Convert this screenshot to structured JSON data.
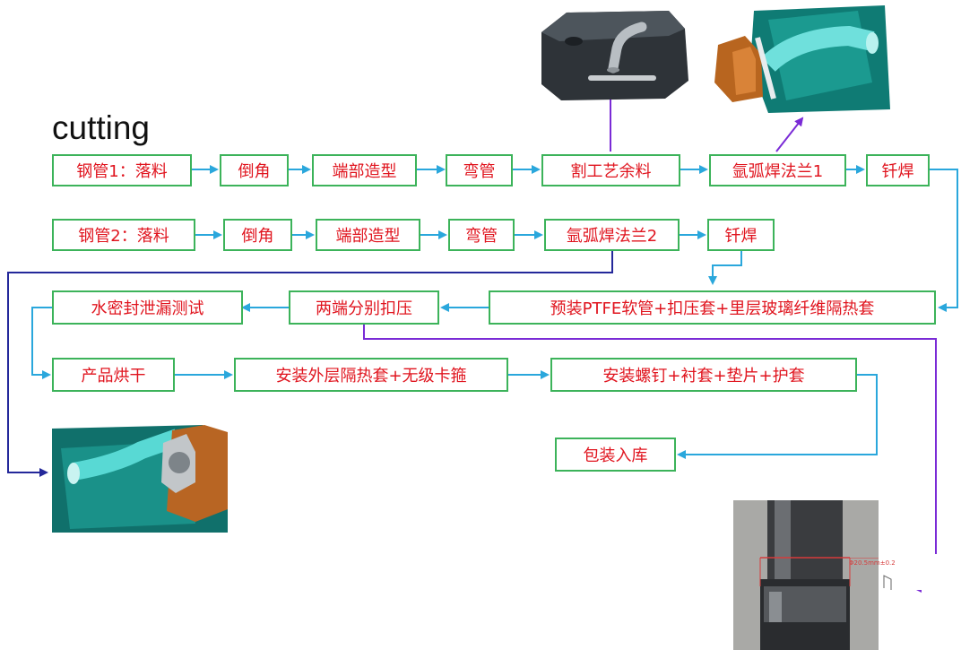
{
  "annotation": "cutting",
  "row1": [
    "钢管1：落料",
    "倒角",
    "端部造型",
    "弯管",
    "割工艺余料",
    "氩弧焊法兰1",
    "钎焊"
  ],
  "row2": [
    "钢管2：落料",
    "倒角",
    "端部造型",
    "弯管",
    "氩弧焊法兰2",
    "钎焊"
  ],
  "row3": [
    "水密封泄漏测试",
    "两端分别扣压",
    "预装PTFE软管+扣压套+里层玻璃纤维隔热套"
  ],
  "row4": [
    "产品烘干",
    "安装外层隔热套+无级卡箍",
    "安装螺钉+衬套+垫片+护套"
  ],
  "final": "包装入库",
  "photo_measurement": "Φ20.5mm±0.2",
  "colors": {
    "box_border": "#3cb35a",
    "box_text": "#e0141e",
    "arrow": "#2aa7dc",
    "dark_line": "#24289a",
    "purple_line": "#7a2bd6"
  }
}
